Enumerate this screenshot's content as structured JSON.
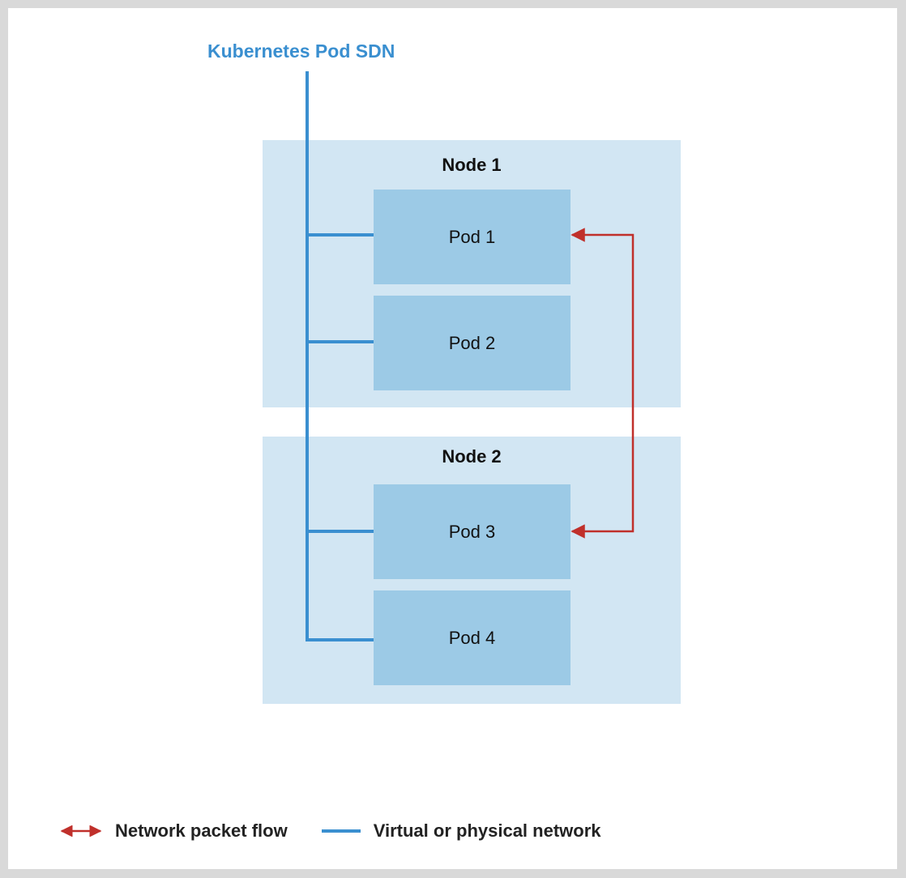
{
  "title": "Kubernetes Pod SDN",
  "nodes": [
    {
      "label": "Node 1",
      "pods": [
        "Pod 1",
        "Pod 2"
      ]
    },
    {
      "label": "Node 2",
      "pods": [
        "Pod 3",
        "Pod 4"
      ]
    }
  ],
  "legend": {
    "packet_flow": "Network packet flow",
    "network": "Virtual or physical network"
  },
  "colors": {
    "network_line": "#3a8fd0",
    "packet_flow": "#c0302b",
    "node_bg": "#d2e6f3",
    "pod_bg": "#9ccae6"
  }
}
